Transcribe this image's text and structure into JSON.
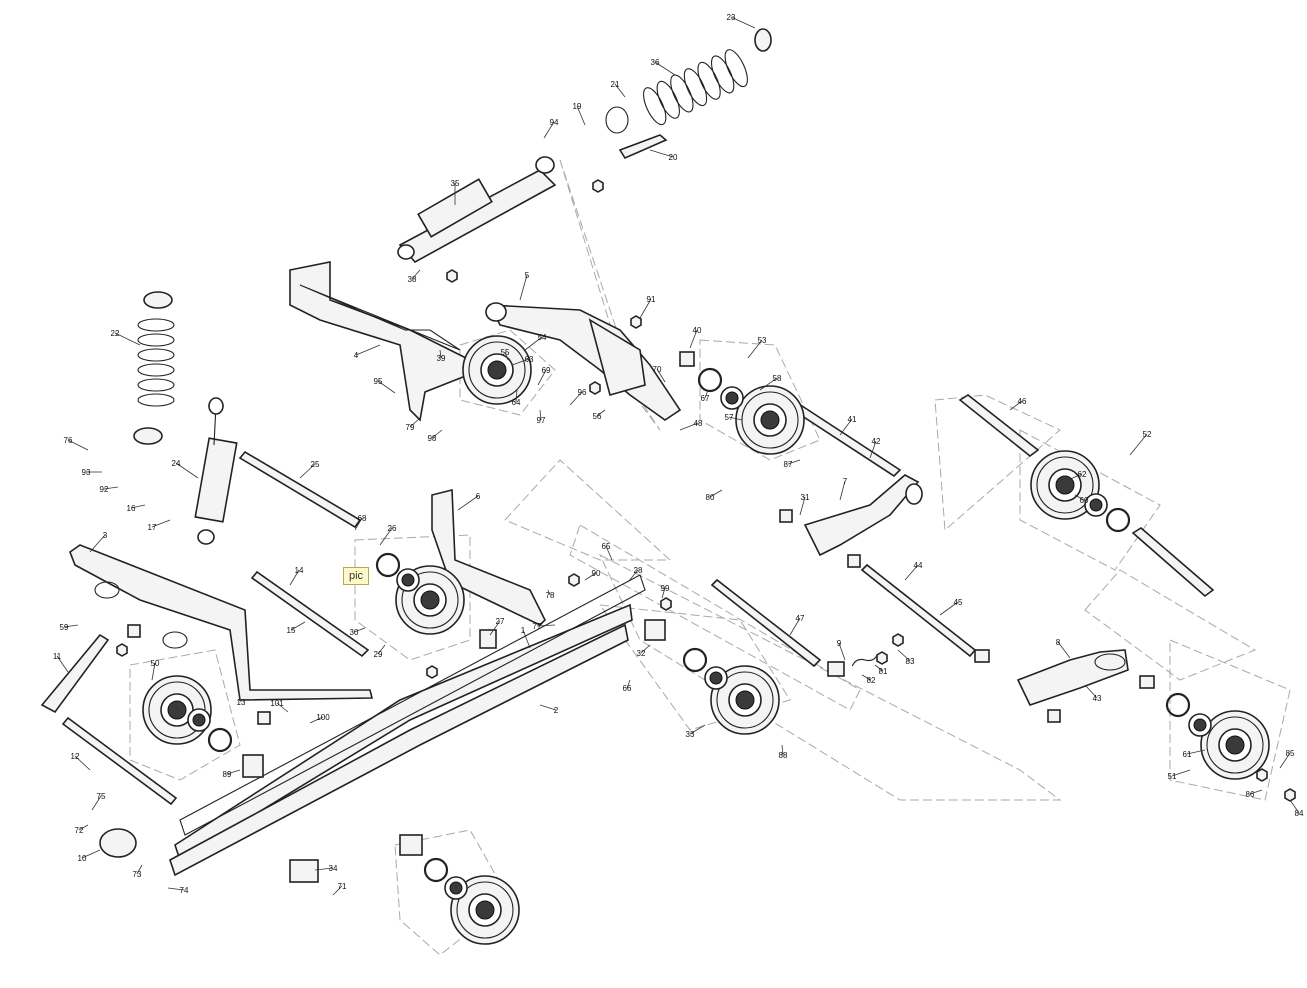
{
  "pic_label": "pic",
  "callouts": [
    "1",
    "2",
    "3",
    "4",
    "5",
    "6",
    "7",
    "8",
    "9",
    "10",
    "11",
    "12",
    "13",
    "14",
    "15",
    "16",
    "17",
    "19",
    "20",
    "21",
    "22",
    "23",
    "24",
    "25",
    "26",
    "27",
    "28",
    "29",
    "30",
    "31",
    "32",
    "33",
    "34",
    "35",
    "36",
    "38",
    "39",
    "40",
    "41",
    "42",
    "43",
    "44",
    "45",
    "46",
    "47",
    "48",
    "50",
    "51",
    "52",
    "53",
    "54",
    "55",
    "56",
    "57",
    "58",
    "59",
    "60",
    "61",
    "62",
    "63",
    "64",
    "65",
    "66",
    "67",
    "68",
    "69",
    "70",
    "71",
    "72",
    "73",
    "74",
    "75",
    "76",
    "77",
    "78",
    "79",
    "80",
    "81",
    "82",
    "83",
    "84",
    "85",
    "86",
    "87",
    "88",
    "89",
    "90",
    "91",
    "92",
    "93",
    "94",
    "95",
    "96",
    "97",
    "98",
    "99",
    "100",
    "101"
  ],
  "colors": {
    "line": "#222222",
    "group_outline": "#a9a9a9",
    "pic_tag_fill": "#fff8c8"
  }
}
